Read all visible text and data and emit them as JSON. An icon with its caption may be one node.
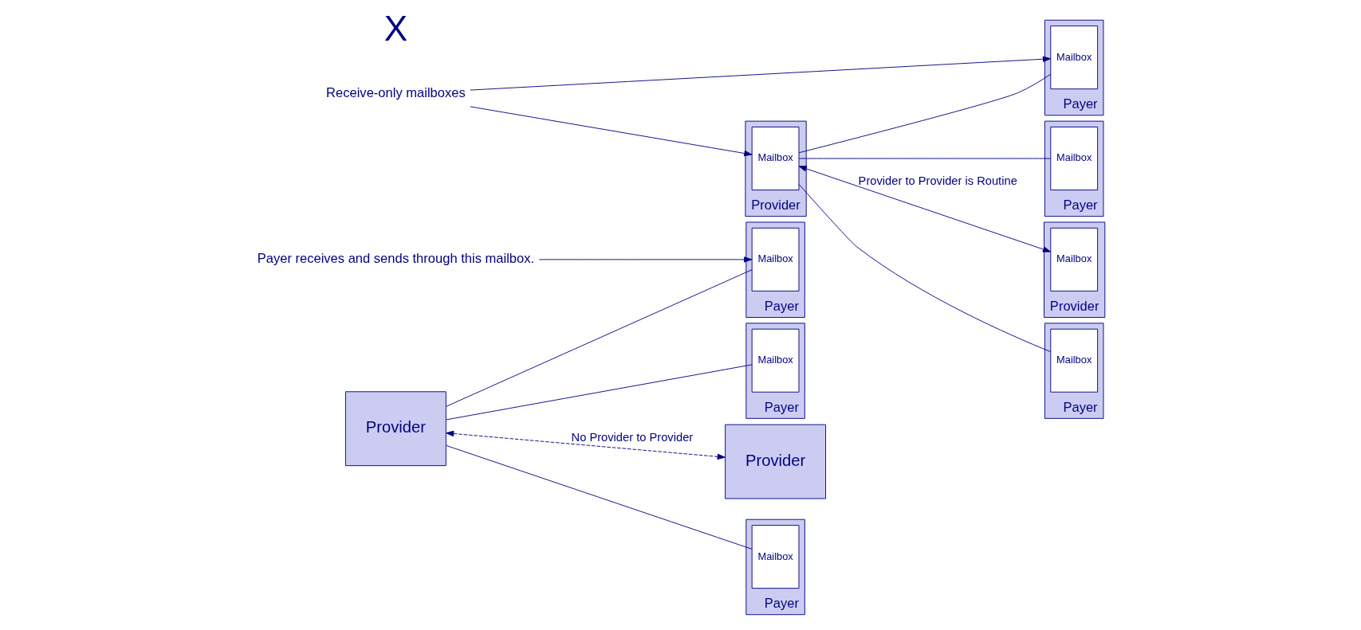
{
  "diagram": {
    "nodes": [
      {
        "text": [
          "Payer receives and sends through this mailbox."
        ]
      },
      {
        "text": [
          "Provider"
        ]
      },
      {
        "text": [
          "Payer"
        ]
      },
      {
        "text": [
          "Mailbox"
        ],
        "in": 2
      },
      {
        "text": [
          "Payer"
        ]
      },
      {
        "text": [
          "Mailbox"
        ],
        "in": 4
      },
      {
        "text": [
          "Provider"
        ]
      },
      {
        "text": [
          "Payer"
        ]
      },
      {
        "text": [
          "Mailbox"
        ],
        "in": 7
      },
      {
        "text": [
          "Receive-only mailboxes"
        ]
      },
      {
        "text": [
          "Provider"
        ]
      },
      {
        "text": [
          "Mailbox"
        ],
        "in": 10
      },
      {
        "text": [
          "Payer"
        ]
      },
      {
        "text": [
          "Mailbox"
        ],
        "in": 12
      },
      {
        "text": [
          "Payer"
        ]
      },
      {
        "text": [
          "Mailbox"
        ],
        "in": 14
      },
      {
        "text": [
          "Provider"
        ]
      },
      {
        "text": [
          "Mailbox"
        ],
        "in": 16
      },
      {
        "text": [
          "Payer"
        ]
      },
      {
        "text": [
          "Mailbox"
        ],
        "in": 18
      }
    ],
    "edges": [
      {
        "from": 0,
        "to": 3,
        "arrow": "to"
      },
      {
        "from": 1,
        "to": 3,
        "arrow": "none"
      },
      {
        "from": 1,
        "to": 5,
        "arrow": "none"
      },
      {
        "from": 1,
        "to": 8,
        "arrow": "none"
      },
      {
        "from": 1,
        "to": 6,
        "arrow": "both",
        "style": "dashed",
        "label": "No Provider to Provider"
      },
      {
        "from": 9,
        "to": 11,
        "arrow": "to"
      },
      {
        "from": 9,
        "to": 13,
        "arrow": "to"
      },
      {
        "from": 11,
        "to": 13,
        "arrow": "none"
      },
      {
        "from": 11,
        "to": 15,
        "arrow": "none"
      },
      {
        "from": 11,
        "to": 19,
        "arrow": "none"
      },
      {
        "from": 11,
        "to": 17,
        "arrow": "both",
        "label": "Provider to Provider is Routine"
      }
    ],
    "labels": [
      "X"
    ]
  }
}
